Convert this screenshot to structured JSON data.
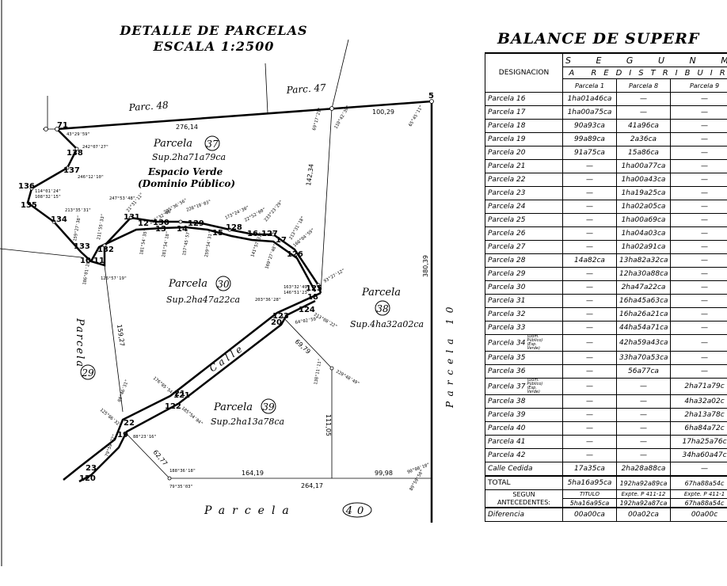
{
  "titles": {
    "detalle": "DETALLE DE PARCELAS",
    "escala": "ESCALA 1:2500",
    "balance": "BALANCE  DE  SUPERF"
  },
  "plan_labels": {
    "parc48": "Parc. 48",
    "parc47": "Parc. 47",
    "parcela37": "Parcela",
    "n37": "37",
    "sup37": "Sup.2ha71a79ca",
    "espacio": "Espacio Verde",
    "dominio": "(Dominio Público)",
    "parcela30": "Parcela",
    "n30": "30",
    "sup30": "Sup.2ha47a22ca",
    "parcela38": "Parcela",
    "n38": "38",
    "sup38": "Sup.4ha32a02ca",
    "parcela39": "Parcela",
    "n39": "39",
    "sup39": "Sup.2ha13a78ca",
    "parcela29": "Parcela",
    "n29": "29",
    "calle": "Calle",
    "parcela10": "Parcela  10",
    "parcela40": "Parcela",
    "n40": "40"
  },
  "vertices": [
    "71",
    "5",
    "136",
    "137",
    "138",
    "135",
    "134",
    "133",
    "132",
    "131",
    "130",
    "129",
    "128",
    "127",
    "126",
    "125",
    "124",
    "123",
    "122",
    "121",
    "120",
    "12",
    "13",
    "14",
    "15",
    "16",
    "17",
    "10",
    "11",
    "20",
    "21",
    "22",
    "23",
    "19",
    "18"
  ],
  "distances": [
    "276,14",
    "100,29",
    "142,34",
    "380,39",
    "159,27",
    "69,79",
    "111,05",
    "164,19",
    "264,17",
    "99,98",
    "62,77"
  ],
  "angles": [
    "43°29'59\"",
    "242°07'27\"",
    "246°12'10\"",
    "114°01'24\"",
    "108°32'15\"",
    "213°35'31\"",
    "247°53'48\"",
    "205°36'56\"",
    "228°19'03\"",
    "173°24'30\"",
    "233°23'29\"",
    "213°31'18\"",
    "168°04'59\"",
    "93°27'12\"",
    "159°27'38\"",
    "69°17'21\"",
    "110°42'39\"",
    "65°45'11\"",
    "186°01'20\"",
    "126°57'19\"",
    "203°36'28\"",
    "146°51'23\"",
    "163°32'49\"",
    "64°02'59\"",
    "213°08'22\"",
    "138°11'11\"",
    "220°48'49\"",
    "176°05'54\"",
    "185°54'04\"",
    "125°06'32\"",
    "88°46'31\"",
    "88°23'16\"",
    "79°59'22\"",
    "188°36'18\"",
    "79°35'03\"",
    "90°00'10\"",
    "89°59'50\"",
    "157°45'57\"",
    "181°54'35\"",
    "141°57'31\"",
    "169°27'48\"",
    "211°55'33\"",
    "281°54'18\"",
    "259°54'31\"",
    "256°32'46\"",
    "21°31'11\"",
    "22°52'00\""
  ],
  "balance": {
    "header1": "S E G U N   M E N S",
    "header2": "A REDISTRIBUIR",
    "designacion": "DESIGNACION",
    "cols": [
      "Parcela 1",
      "Parcela 8",
      "Parcela 9"
    ],
    "rows": [
      {
        "name": "Parcela 16",
        "note": "",
        "v": [
          "1ha01a46ca",
          "—",
          "—"
        ]
      },
      {
        "name": "Parcela 17",
        "note": "",
        "v": [
          "1ha00a75ca",
          "—",
          "—"
        ]
      },
      {
        "name": "Parcela 18",
        "note": "",
        "v": [
          "90a93ca",
          "41a96ca",
          "—"
        ]
      },
      {
        "name": "Parcela 19",
        "note": "",
        "v": [
          "99a89ca",
          "2a36ca",
          "—"
        ]
      },
      {
        "name": "Parcela 20",
        "note": "",
        "v": [
          "91a75ca",
          "15a86ca",
          "—"
        ]
      },
      {
        "name": "Parcela 21",
        "note": "",
        "v": [
          "—",
          "1ha00a77ca",
          "—"
        ]
      },
      {
        "name": "Parcela 22",
        "note": "",
        "v": [
          "—",
          "1ha00a43ca",
          "—"
        ]
      },
      {
        "name": "Parcela 23",
        "note": "",
        "v": [
          "—",
          "1ha19a25ca",
          "—"
        ]
      },
      {
        "name": "Parcela 24",
        "note": "",
        "v": [
          "—",
          "1ha02a05ca",
          "—"
        ]
      },
      {
        "name": "Parcela 25",
        "note": "",
        "v": [
          "—",
          "1ha00a69ca",
          "—"
        ]
      },
      {
        "name": "Parcela 26",
        "note": "",
        "v": [
          "—",
          "1ha04a03ca",
          "—"
        ]
      },
      {
        "name": "Parcela 27",
        "note": "",
        "v": [
          "—",
          "1ha02a91ca",
          "—"
        ]
      },
      {
        "name": "Parcela 28",
        "note": "",
        "v": [
          "14a82ca",
          "13ha82a32ca",
          "—"
        ]
      },
      {
        "name": "Parcela 29",
        "note": "",
        "v": [
          "—",
          "12ha30a88ca",
          "—"
        ]
      },
      {
        "name": "Parcela 30",
        "note": "",
        "v": [
          "—",
          "2ha47a22ca",
          "—"
        ]
      },
      {
        "name": "Parcela 31",
        "note": "",
        "v": [
          "—",
          "16ha45a63ca",
          "—"
        ]
      },
      {
        "name": "Parcela 32",
        "note": "",
        "v": [
          "—",
          "16ha26a21ca",
          "—"
        ]
      },
      {
        "name": "Parcela 33",
        "note": "",
        "v": [
          "—",
          "44ha54a71ca",
          "—"
        ]
      },
      {
        "name": "Parcela 34",
        "note": "(Dom. Público) (Esp. Verde)",
        "v": [
          "—",
          "42ha59a43ca",
          "—"
        ]
      },
      {
        "name": "Parcela 35",
        "note": "",
        "v": [
          "—",
          "33ha70a53ca",
          "—"
        ]
      },
      {
        "name": "Parcela 36",
        "note": "",
        "v": [
          "—",
          "56a77ca",
          "—"
        ]
      },
      {
        "name": "Parcela 37",
        "note": "(Dom. Público) (Esp. Verde)",
        "v": [
          "—",
          "—",
          "2ha71a79c"
        ]
      },
      {
        "name": "Parcela 38",
        "note": "",
        "v": [
          "—",
          "—",
          "4ha32a02c"
        ]
      },
      {
        "name": "Parcela 39",
        "note": "",
        "v": [
          "—",
          "—",
          "2ha13a78c"
        ]
      },
      {
        "name": "Parcela 40",
        "note": "",
        "v": [
          "—",
          "—",
          "6ha84a72c"
        ]
      },
      {
        "name": "Parcela 41",
        "note": "",
        "v": [
          "—",
          "—",
          "17ha25a76c"
        ]
      },
      {
        "name": "Parcela 42",
        "note": "",
        "v": [
          "—",
          "—",
          "34ha60a47c"
        ]
      },
      {
        "name": "Calle Cedida",
        "note": "",
        "v": [
          "17a35ca",
          "2ha28a88ca",
          "—"
        ]
      }
    ],
    "total": {
      "name": "TOTAL",
      "v": [
        "5ha16a95ca",
        "192ha92a89ca",
        "67ha88a54c"
      ]
    },
    "segun": {
      "name": "SEGUN ANTECEDENTES:",
      "top": [
        "TITULO",
        "Expte. P 411-12",
        "Expte. P 411-1"
      ],
      "v": [
        "5ha16a95ca",
        "192ha92a87ca",
        "67ha88a54c"
      ]
    },
    "diferencia": {
      "name": "Diferencia",
      "v": [
        "00a00ca",
        "00a02ca",
        "00a00c"
      ]
    }
  }
}
